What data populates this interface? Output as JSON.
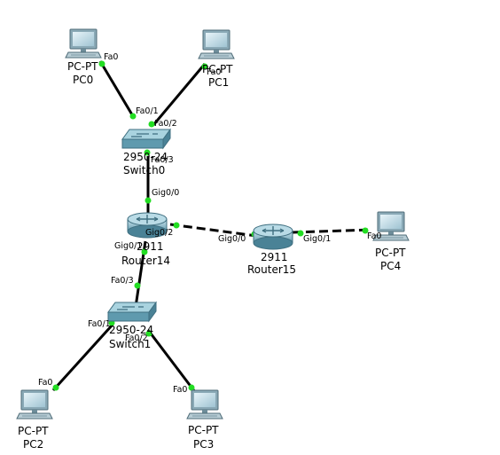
{
  "devices": {
    "pc0": {
      "model": "PC-PT",
      "name": "PC0"
    },
    "pc1": {
      "model": "PC-PT",
      "name": "PC1"
    },
    "pc2": {
      "model": "PC-PT",
      "name": "PC2"
    },
    "pc3": {
      "model": "PC-PT",
      "name": "PC3"
    },
    "pc4": {
      "model": "PC-PT",
      "name": "PC4"
    },
    "switch0": {
      "model": "2950-24",
      "name": "Switch0"
    },
    "switch1": {
      "model": "2950-24",
      "name": "Switch1"
    },
    "router14": {
      "model": "2911",
      "name": "Router14"
    },
    "router15": {
      "model": "2911",
      "name": "Router15"
    }
  },
  "ports": {
    "pc0_sw0": {
      "a": "Fa0",
      "b": "Fa0/1"
    },
    "pc1_sw0": {
      "a": "Fa0",
      "b": "Fa0/2"
    },
    "sw0_r14": {
      "a": "Fa0/3",
      "b": "Gig0/0"
    },
    "r14_r15": {
      "a": "Gig0/2",
      "b": "Gig0/0"
    },
    "r15_pc4": {
      "a": "Gig0/1",
      "b": "Fa0"
    },
    "r14_sw1": {
      "a": "Gig0/1",
      "b": "Fa0/3"
    },
    "sw1_pc2": {
      "a": "Fa0/1",
      "b": "Fa0"
    },
    "sw1_pc3": {
      "a": "Fa0/2",
      "b": "Fa0"
    }
  },
  "colors": {
    "link_status": "#22dd22",
    "device_body": "#5f9aae",
    "device_top": "#a9d3df"
  }
}
